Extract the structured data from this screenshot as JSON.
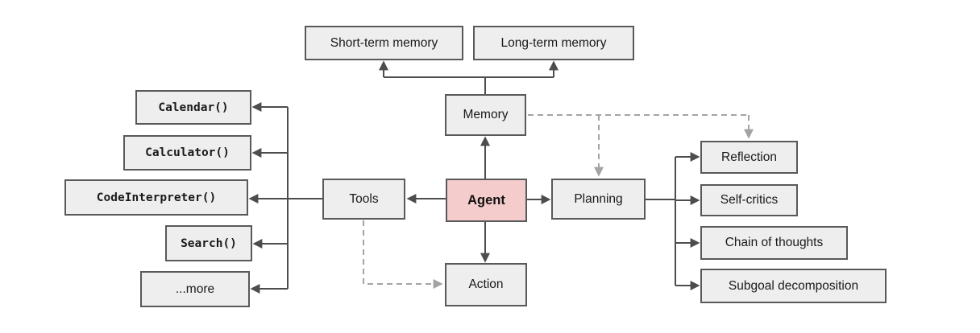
{
  "diagram": {
    "nodes": {
      "short_term_memory": {
        "label": "Short-term memory"
      },
      "long_term_memory": {
        "label": "Long-term memory"
      },
      "memory": {
        "label": "Memory"
      },
      "agent": {
        "label": "Agent"
      },
      "tools": {
        "label": "Tools"
      },
      "planning": {
        "label": "Planning"
      },
      "action": {
        "label": "Action"
      },
      "calendar": {
        "label": "Calendar()"
      },
      "calculator": {
        "label": "Calculator()"
      },
      "code_interpreter": {
        "label": "CodeInterpreter()"
      },
      "search": {
        "label": "Search()"
      },
      "more": {
        "label": "...more"
      },
      "reflection": {
        "label": "Reflection"
      },
      "self_critics": {
        "label": "Self-critics"
      },
      "chain_of_thoughts": {
        "label": "Chain of thoughts"
      },
      "subgoal_decomposition": {
        "label": "Subgoal decomposition"
      }
    },
    "edges": [
      {
        "from": "memory",
        "to": "short_term_memory",
        "style": "solid"
      },
      {
        "from": "memory",
        "to": "long_term_memory",
        "style": "solid"
      },
      {
        "from": "agent",
        "to": "memory",
        "style": "solid"
      },
      {
        "from": "agent",
        "to": "tools",
        "style": "solid"
      },
      {
        "from": "agent",
        "to": "planning",
        "style": "solid"
      },
      {
        "from": "agent",
        "to": "action",
        "style": "solid"
      },
      {
        "from": "tools",
        "to": "calendar",
        "style": "solid"
      },
      {
        "from": "tools",
        "to": "calculator",
        "style": "solid"
      },
      {
        "from": "tools",
        "to": "code_interpreter",
        "style": "solid"
      },
      {
        "from": "tools",
        "to": "search",
        "style": "solid"
      },
      {
        "from": "tools",
        "to": "more",
        "style": "solid"
      },
      {
        "from": "planning",
        "to": "reflection",
        "style": "solid"
      },
      {
        "from": "planning",
        "to": "self_critics",
        "style": "solid"
      },
      {
        "from": "planning",
        "to": "chain_of_thoughts",
        "style": "solid"
      },
      {
        "from": "planning",
        "to": "subgoal_decomposition",
        "style": "solid"
      },
      {
        "from": "memory",
        "to": "planning",
        "style": "dashed"
      },
      {
        "from": "memory",
        "to": "reflection",
        "style": "dashed"
      },
      {
        "from": "tools",
        "to": "action",
        "style": "dashed"
      }
    ],
    "colors": {
      "node_fill": "#eeeeee",
      "node_border": "#595959",
      "agent_fill": "#f4cccc",
      "connector_solid": "#4d4d4d",
      "connector_dashed": "#a3a3a3"
    }
  }
}
